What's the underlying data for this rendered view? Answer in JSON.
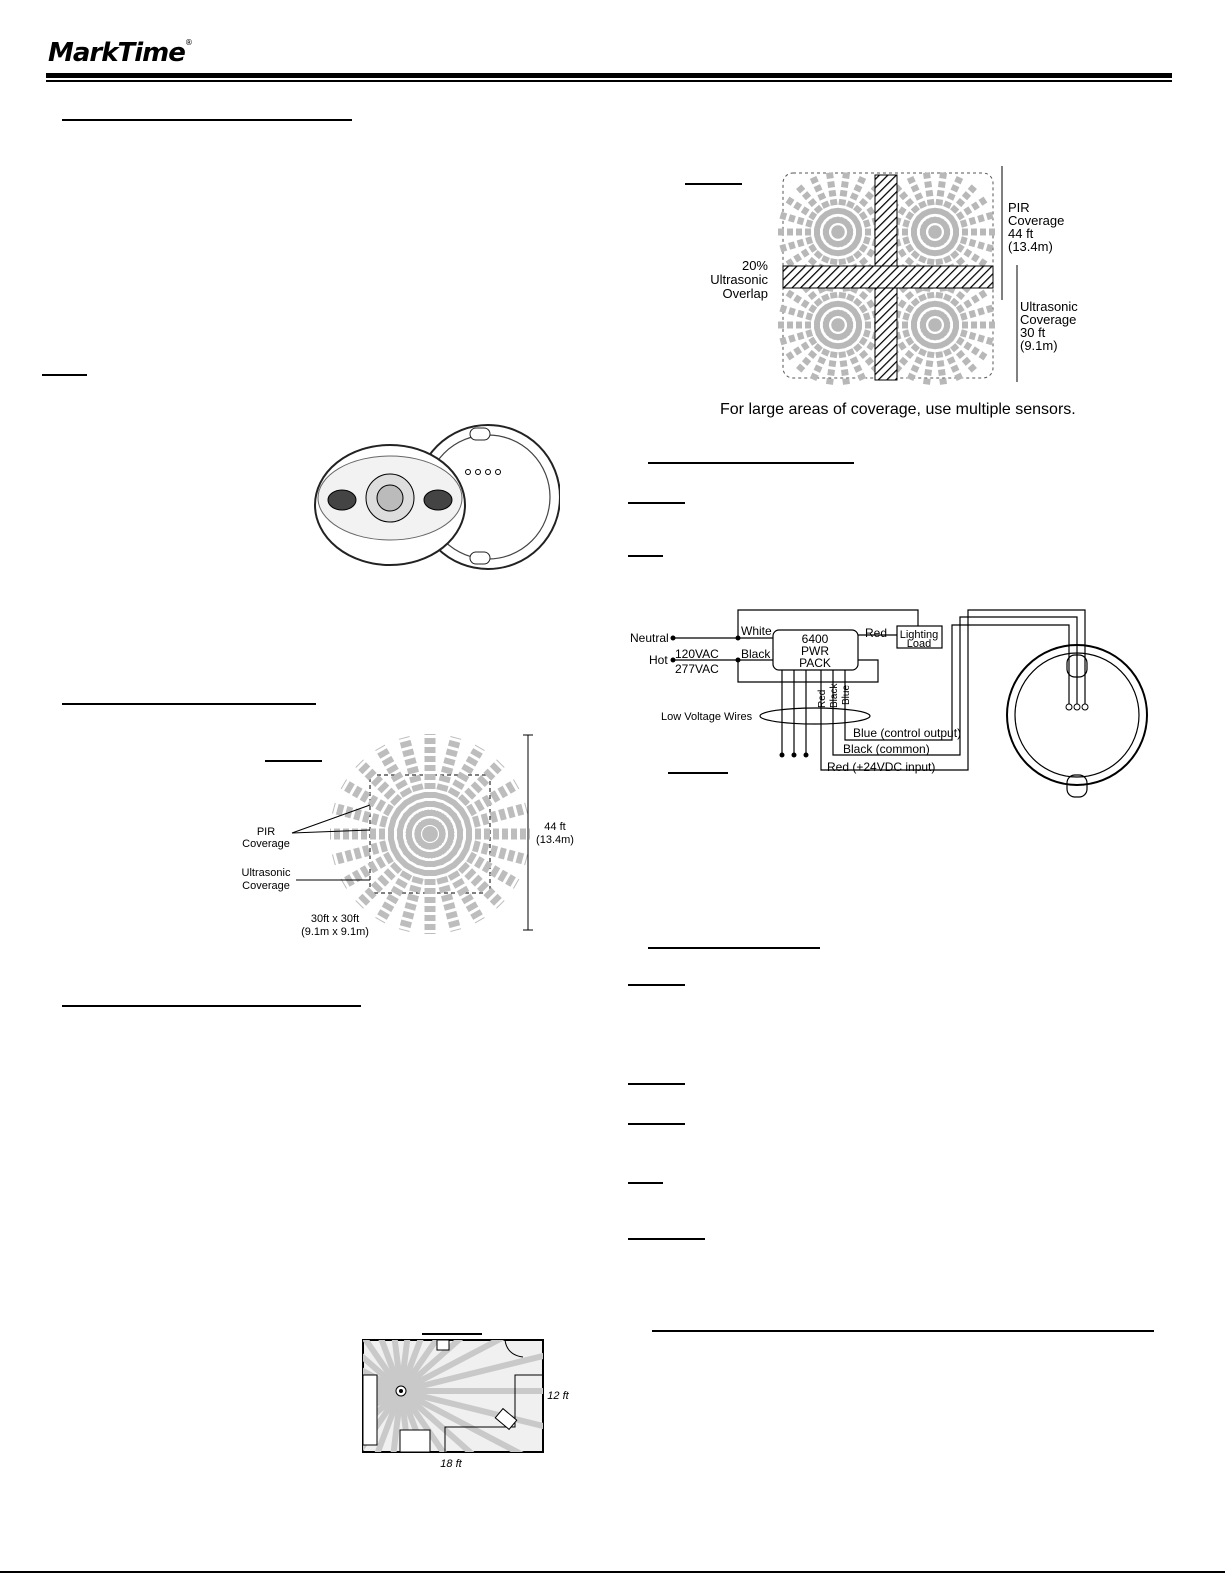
{
  "header": {
    "logo_text": "MarkTime",
    "logo_mark": "®"
  },
  "figure_array": {
    "overlap_label": [
      "20%",
      "Ultrasonic",
      "Overlap"
    ],
    "pir_label": [
      "PIR",
      "Coverage",
      "44 ft",
      "(13.4m)"
    ],
    "ultra_label": [
      "Ultrasonic",
      "Coverage",
      "30 ft",
      "(9.1m)"
    ],
    "caption": "For large areas of coverage, use multiple sensors."
  },
  "figure_single": {
    "pir_label": [
      "PIR",
      "Coverage"
    ],
    "ultra_label": [
      "Ultrasonic",
      "Coverage"
    ],
    "size_label": [
      "30ft x 30ft",
      "(9.1m x 9.1m)"
    ],
    "height_label": [
      "44 ft",
      "(13.4m)"
    ]
  },
  "wiring": {
    "neutral": "Neutral",
    "hot": "Hot",
    "voltage_1": "120VAC",
    "voltage_2": "277VAC",
    "white": "White",
    "black": "Black",
    "red": "Red",
    "pack_lines": [
      "6400",
      "PWR",
      "PACK"
    ],
    "load_lines": [
      "Lighting",
      "Load"
    ],
    "lv_wires": "Low Voltage Wires",
    "wire_red": "Red",
    "wire_black": "Black",
    "wire_blue": "Blue",
    "blue_control": "Blue (control output)",
    "black_common": "Black (common)",
    "red_input": "Red (+24VDC input)"
  },
  "room": {
    "width_label": "18 ft",
    "height_label": "12 ft"
  }
}
